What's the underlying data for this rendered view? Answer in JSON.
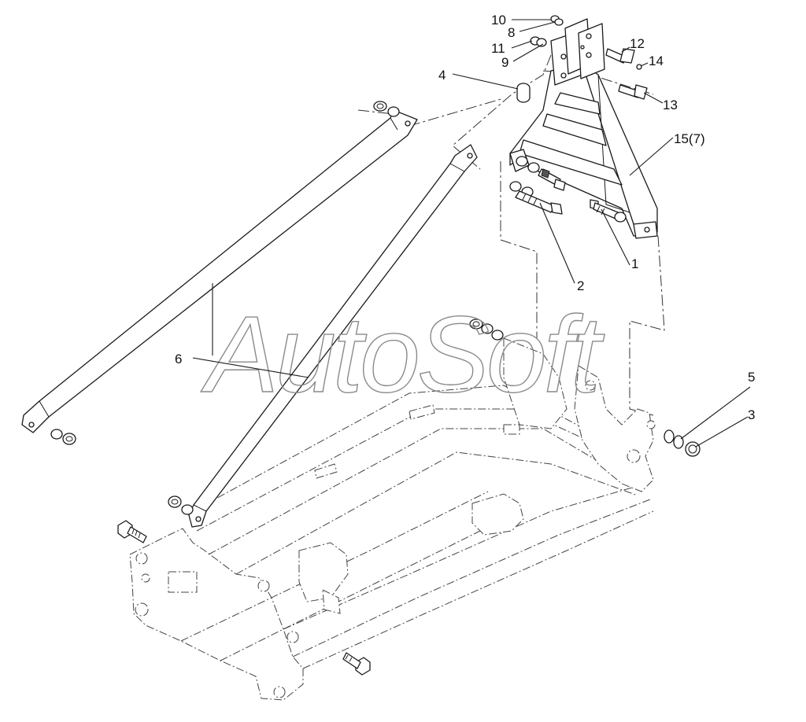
{
  "watermark": "AutoSoft",
  "callouts": [
    {
      "id": "c10",
      "label": "10"
    },
    {
      "id": "c8",
      "label": "8"
    },
    {
      "id": "c11",
      "label": "11"
    },
    {
      "id": "c9",
      "label": "9"
    },
    {
      "id": "c12",
      "label": "12"
    },
    {
      "id": "c14",
      "label": "14"
    },
    {
      "id": "c4",
      "label": "4"
    },
    {
      "id": "c13",
      "label": "13"
    },
    {
      "id": "c15",
      "label": "15(7)"
    },
    {
      "id": "c1",
      "label": "1"
    },
    {
      "id": "c2",
      "label": "2"
    },
    {
      "id": "c6",
      "label": "6"
    },
    {
      "id": "c5",
      "label": "5"
    },
    {
      "id": "c3",
      "label": "3"
    }
  ]
}
